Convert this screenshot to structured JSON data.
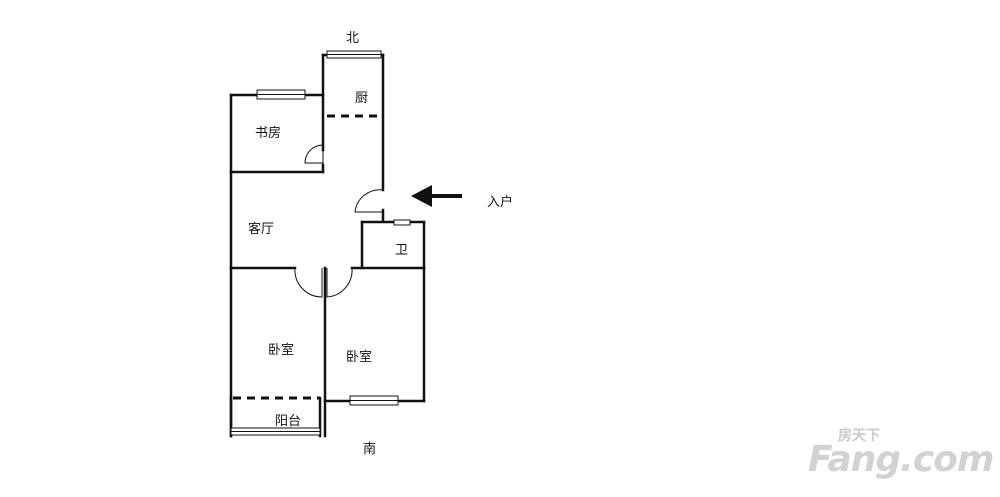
{
  "compass": {
    "north": "北",
    "south": "南"
  },
  "rooms": {
    "kitchen": "厨",
    "study": "书房",
    "living": "客厅",
    "bathroom": "卫",
    "bedroom_left": "卧室",
    "bedroom_right": "卧室",
    "balcony": "阳台"
  },
  "entrance": {
    "label": "入户"
  },
  "watermark": {
    "brand": "Fang.com",
    "chinese": "房天下"
  },
  "colors": {
    "wall": "#111111",
    "window_fill": "#ffffff",
    "watermark": "#d2d2d2"
  }
}
